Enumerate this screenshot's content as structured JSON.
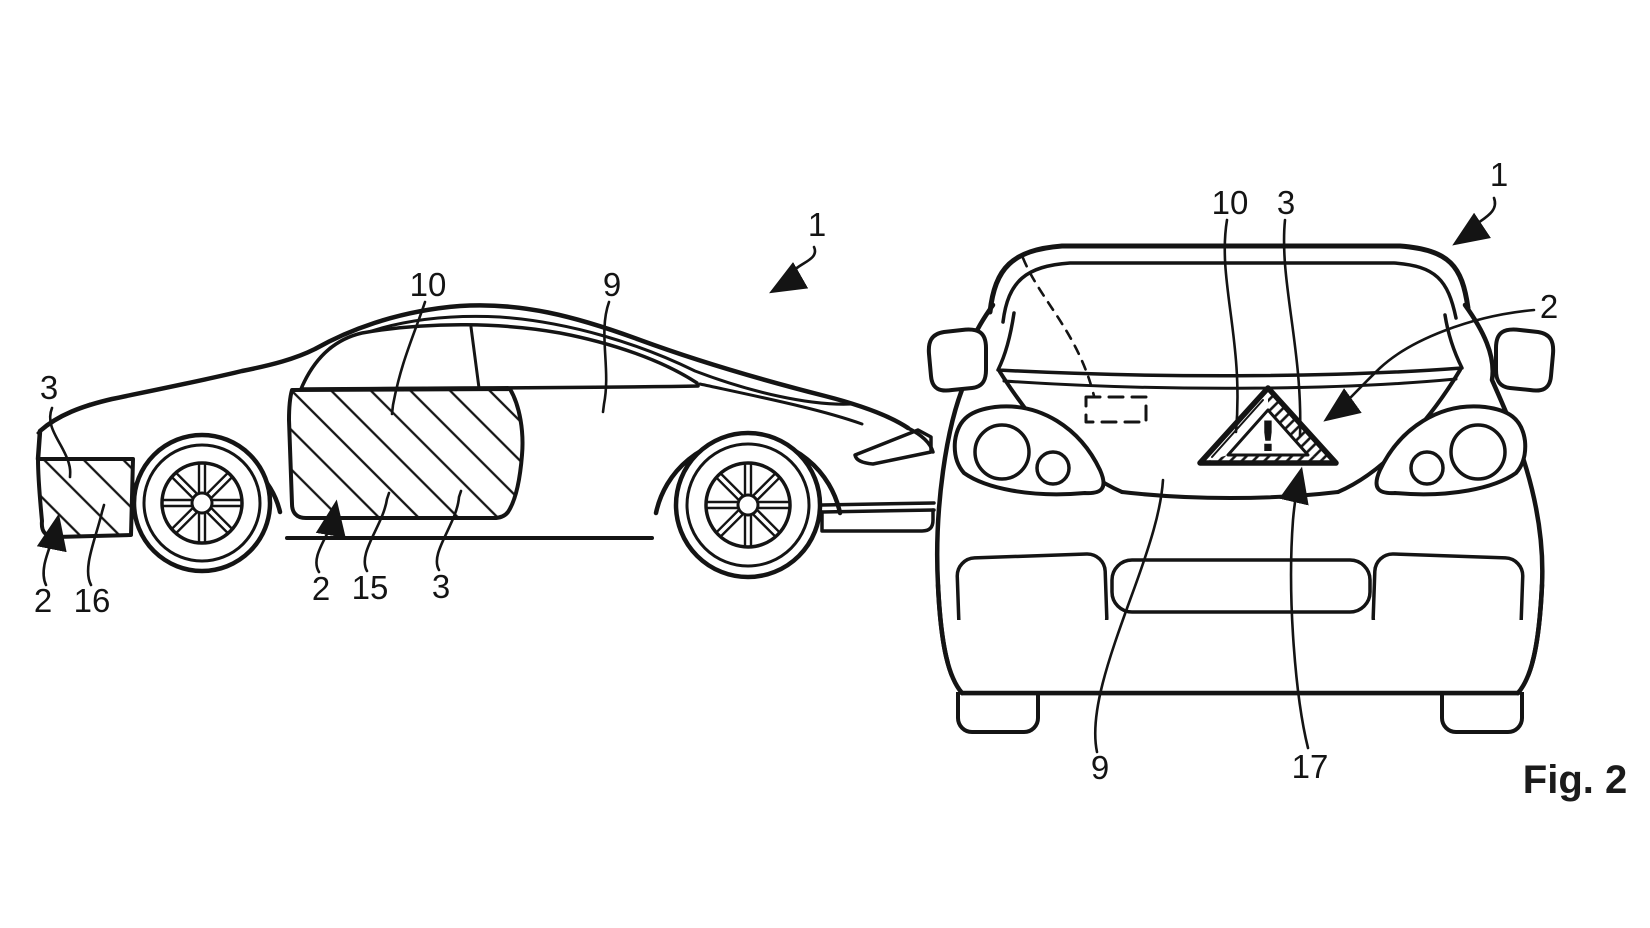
{
  "figure": {
    "caption": "Fig. 2"
  },
  "colors": {
    "ink": "#141414",
    "background": "#ffffff"
  },
  "side_view": {
    "description": "vehicle side view with hatched display regions",
    "labels": {
      "vehicle": "1",
      "front_region": "3",
      "front_display": "2",
      "front_ref16": "16",
      "door_display": "10",
      "body_panel": "9",
      "door_display_lower": "2",
      "door_ref15": "15",
      "door_region": "3"
    }
  },
  "front_view": {
    "description": "vehicle front view with warning triangle on hood",
    "labels": {
      "vehicle": "1",
      "display_upper": "10",
      "region_upper": "3",
      "display_pointer": "2",
      "body_panel": "9",
      "triangle_ref": "17"
    },
    "warning_triangle": {
      "symbol": "!"
    }
  }
}
